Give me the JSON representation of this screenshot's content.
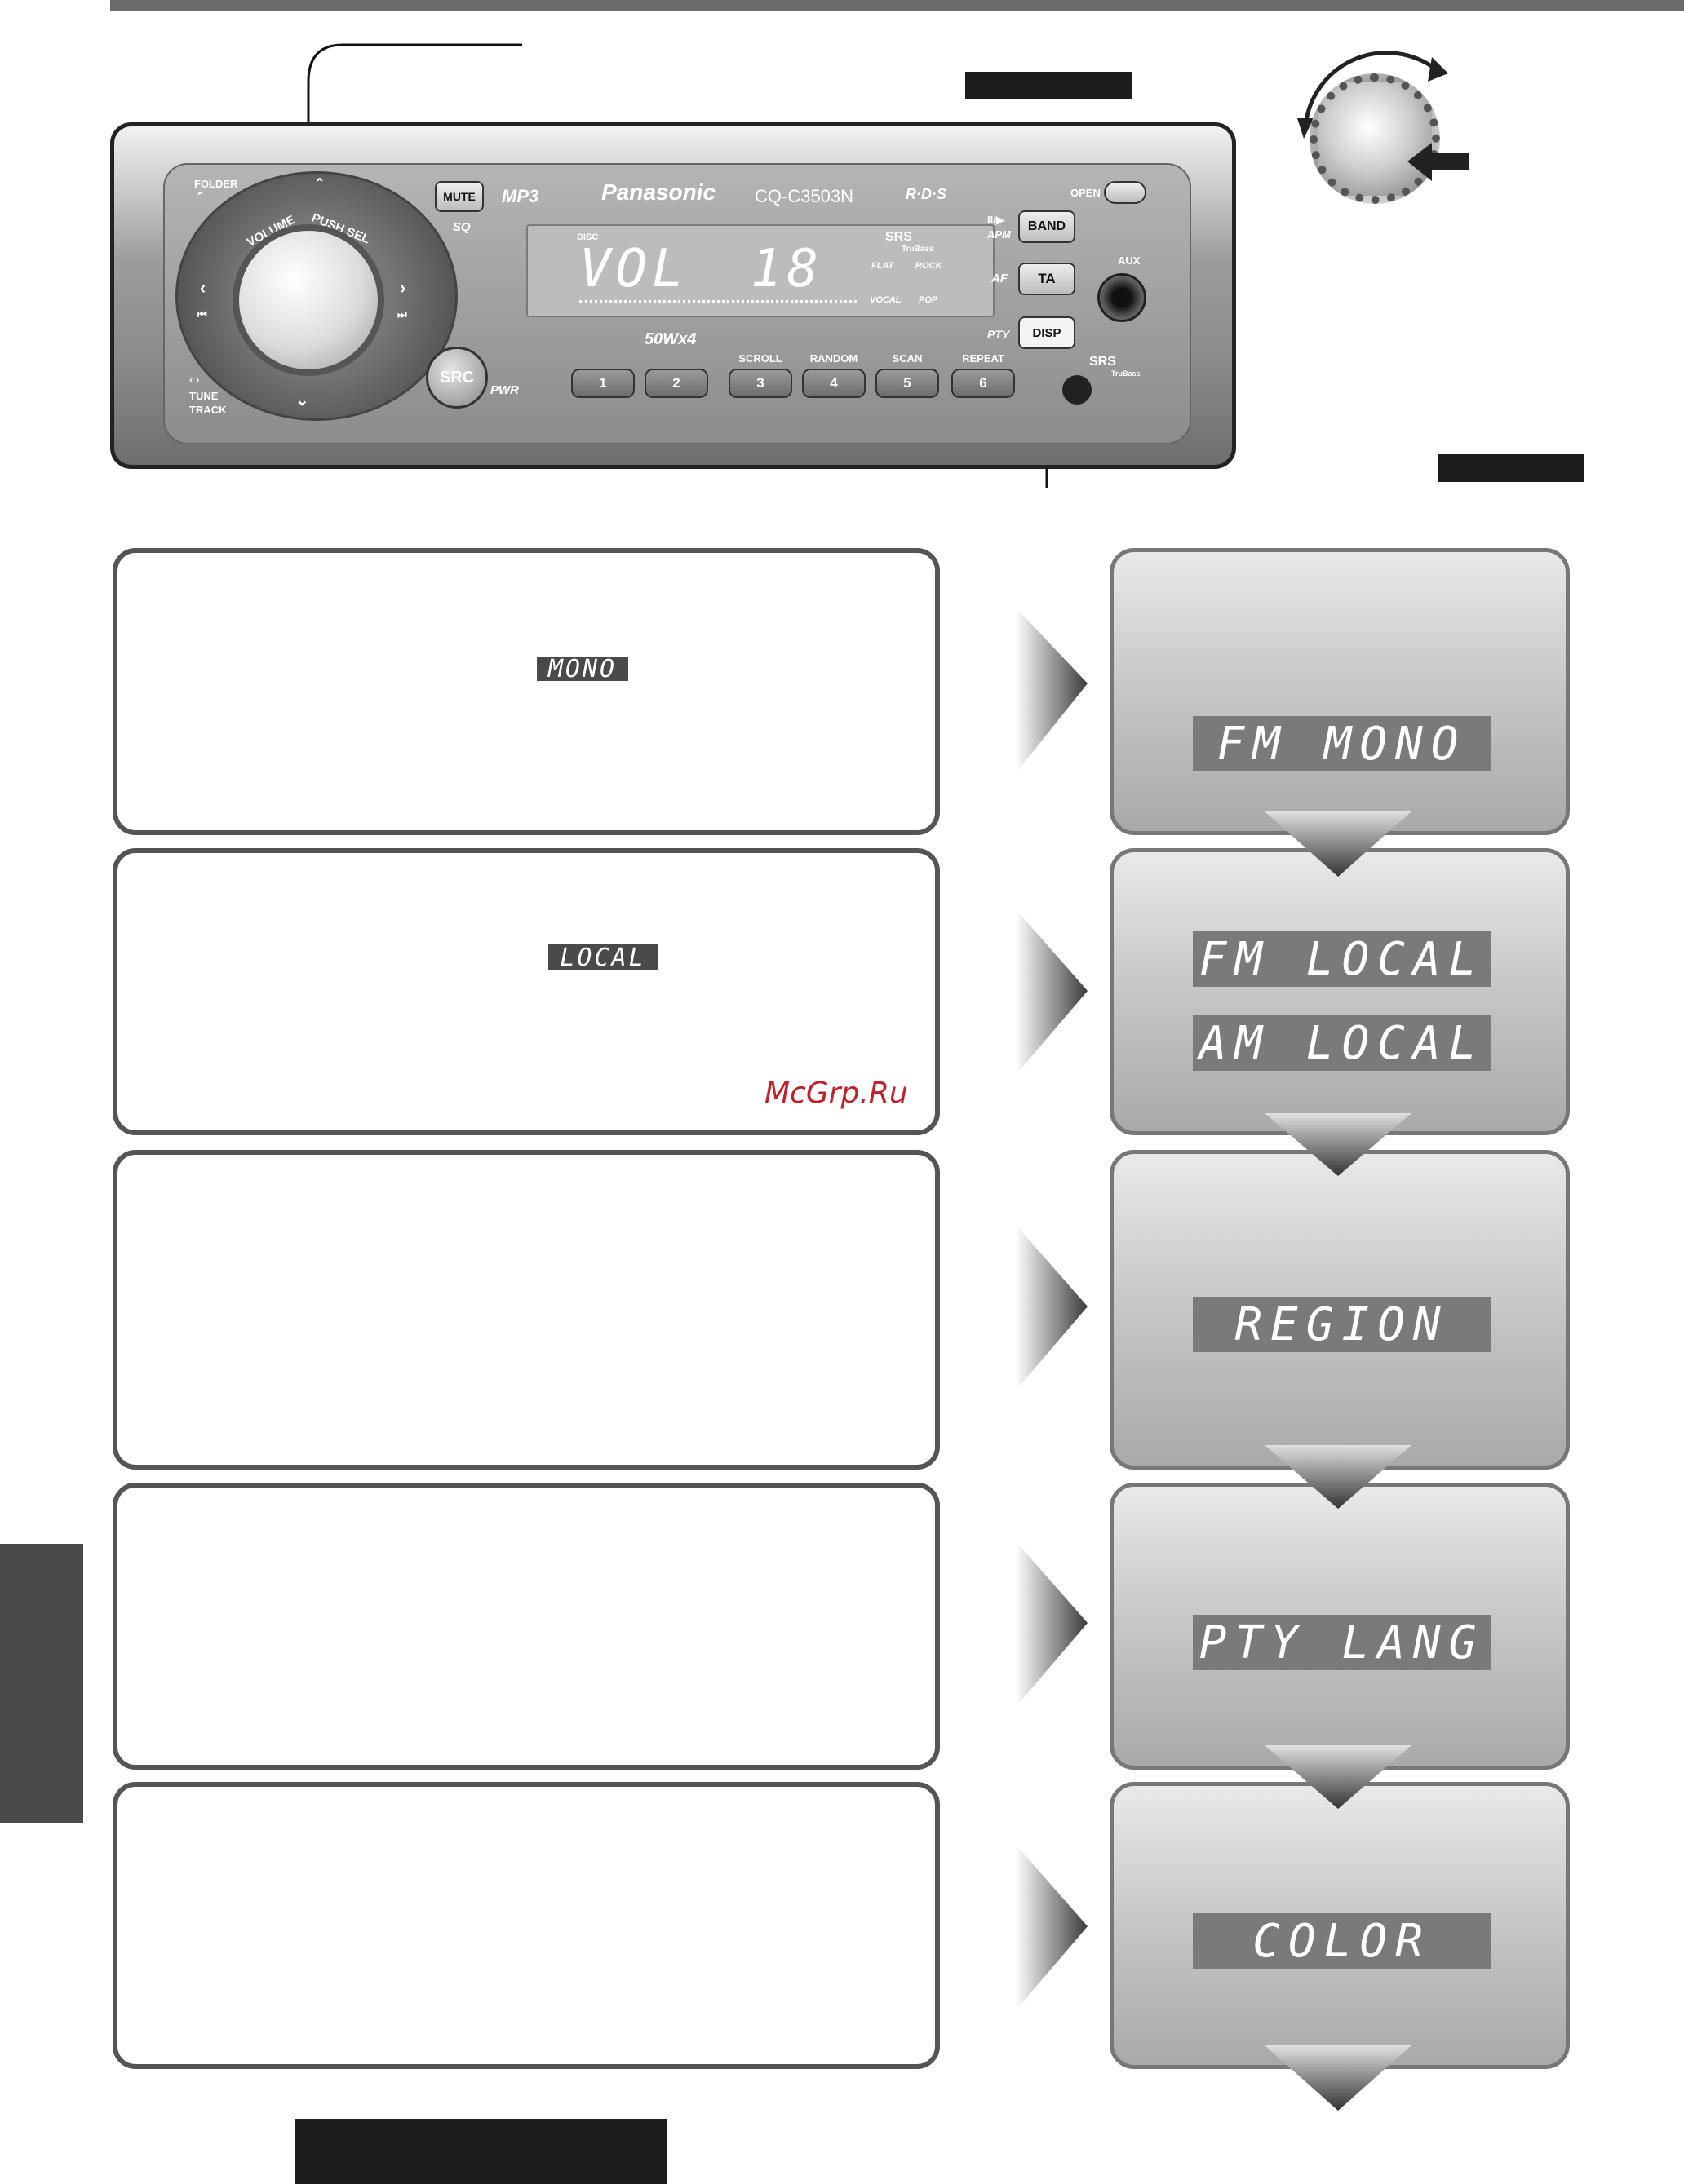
{
  "faceplate": {
    "folder_label": "FOLDER",
    "dial_label": "VOLUME",
    "dial_push_label": "PUSH SEL",
    "tune_label": "TUNE",
    "track_label": "TRACK",
    "mute_label": "MUTE",
    "sq_label": "SQ",
    "mp3_logo": "MP3",
    "brand": "Panasonic",
    "model": "CQ-C3503N",
    "rds_logo": "R·D·S",
    "open_label": "OPEN",
    "apm_label": "APM",
    "band_label": "BAND",
    "af_label": "AF",
    "ta_label": "TA",
    "aux_label": "AUX",
    "pty_label": "PTY",
    "disp_label": "DISP",
    "power_label": "50Wx4",
    "src_label": "SRC",
    "pwr_label": "PWR",
    "srs_logo": "SRS",
    "trubass_label": "TruBass",
    "lcd": {
      "disc_label": "DISC",
      "main_text": "VOL",
      "value": "18",
      "srs": "SRS",
      "trubass": "TruBass",
      "flat": "FLAT",
      "rock": "ROCK",
      "vocal": "VOCAL",
      "pop": "POP"
    },
    "presets": [
      {
        "num": "1",
        "label": ""
      },
      {
        "num": "2",
        "label": ""
      },
      {
        "num": "3",
        "label": "SCROLL"
      },
      {
        "num": "4",
        "label": "RANDOM"
      },
      {
        "num": "5",
        "label": "SCAN"
      },
      {
        "num": "6",
        "label": "REPEAT"
      }
    ]
  },
  "steps": [
    {
      "badge": "MONO",
      "screens": [
        "FM MONO"
      ]
    },
    {
      "badge": "LOCAL",
      "screens": [
        "FM LOCAL",
        "AM LOCAL"
      ]
    },
    {
      "badge": "",
      "screens": [
        "REGION"
      ]
    },
    {
      "badge": "",
      "screens": [
        "PTY LANG"
      ]
    },
    {
      "badge": "",
      "screens": [
        "COLOR"
      ]
    }
  ],
  "watermark": "McGrp.Ru",
  "colors": {
    "panel_border": "#555555",
    "screen_bg": "#7a7a7a",
    "watermark": "#c0202a"
  }
}
